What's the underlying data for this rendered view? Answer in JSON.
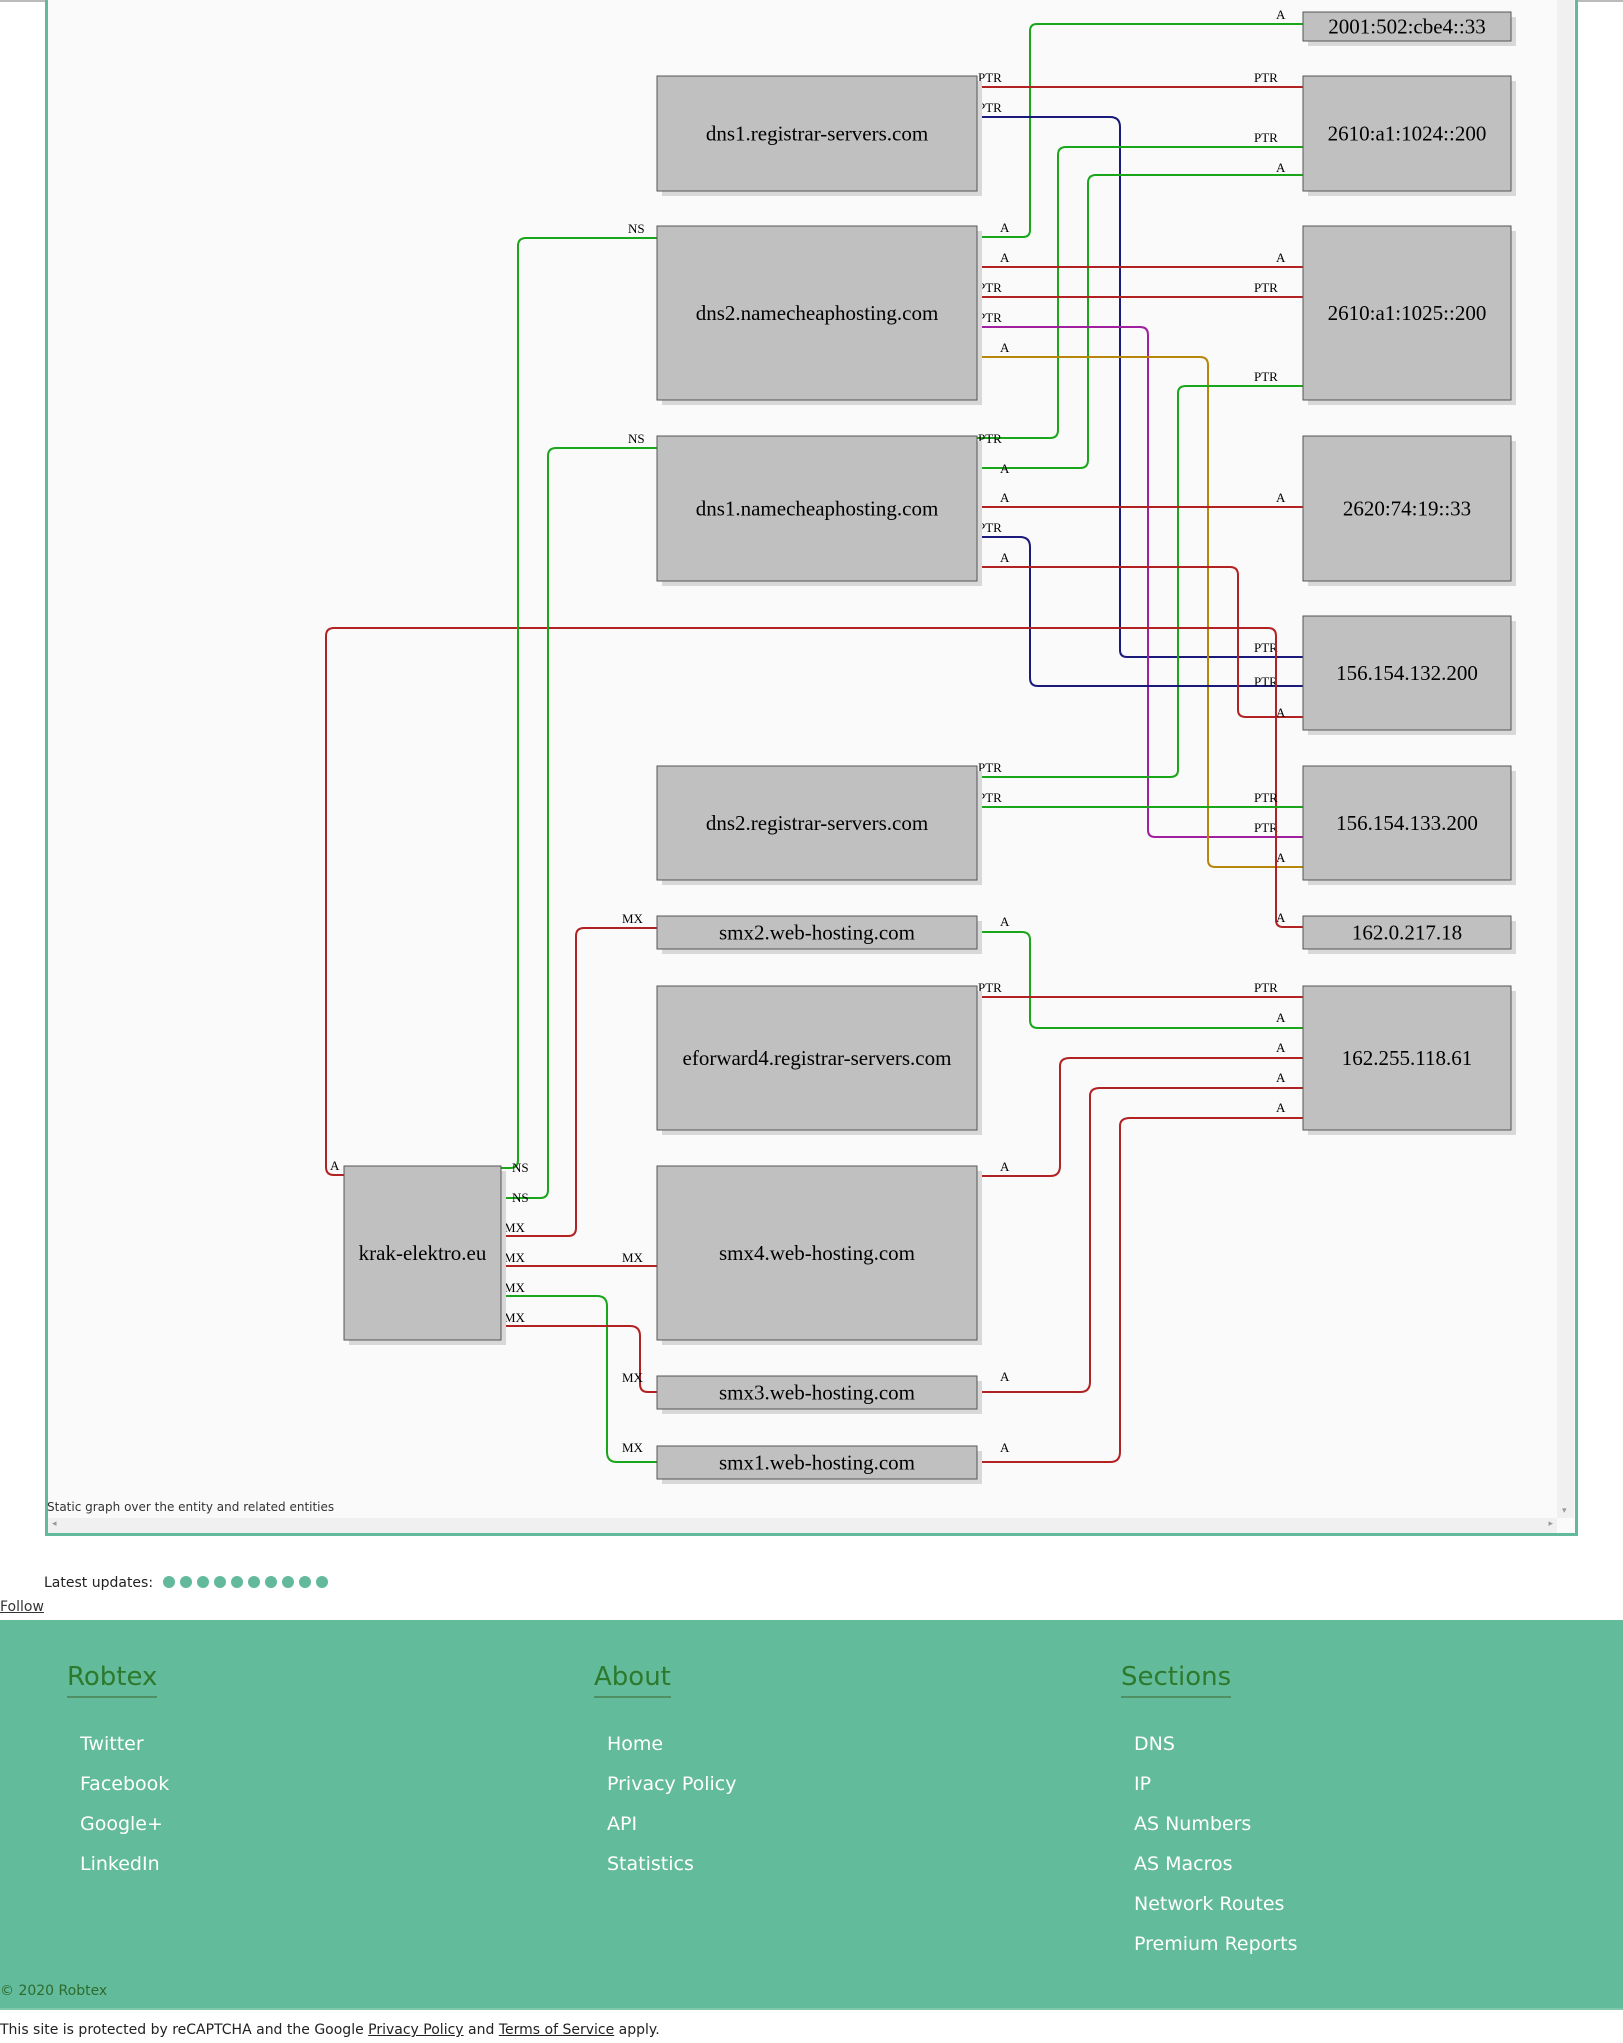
{
  "graph": {
    "caption": "Static graph over the entity and related entities",
    "nodes": [
      {
        "id": "ip_2001",
        "label": "2001:502:cbe4::33"
      },
      {
        "id": "dns1_reg",
        "label": "dns1.registrar-servers.com"
      },
      {
        "id": "ip_2610_1024",
        "label": "2610:a1:1024::200"
      },
      {
        "id": "dns2_nch",
        "label": "dns2.namecheaphosting.com"
      },
      {
        "id": "ip_2610_1025",
        "label": "2610:a1:1025::200"
      },
      {
        "id": "dns1_nch",
        "label": "dns1.namecheaphosting.com"
      },
      {
        "id": "ip_2620",
        "label": "2620:74:19::33"
      },
      {
        "id": "ip_156_132",
        "label": "156.154.132.200"
      },
      {
        "id": "dns2_reg",
        "label": "dns2.registrar-servers.com"
      },
      {
        "id": "ip_156_133",
        "label": "156.154.133.200"
      },
      {
        "id": "smx2",
        "label": "smx2.web-hosting.com"
      },
      {
        "id": "ip_162_0",
        "label": "162.0.217.18"
      },
      {
        "id": "eforward4",
        "label": "eforward4.registrar-servers.com"
      },
      {
        "id": "ip_162_255",
        "label": "162.255.118.61"
      },
      {
        "id": "krak",
        "label": "krak-elektro.eu"
      },
      {
        "id": "smx4",
        "label": "smx4.web-hosting.com"
      },
      {
        "id": "smx3",
        "label": "smx3.web-hosting.com"
      },
      {
        "id": "smx1",
        "label": "smx1.web-hosting.com"
      }
    ],
    "edge_labels": [
      "A",
      "PTR",
      "NS",
      "MX"
    ],
    "edge_colors": {
      "red": "#b22222",
      "green": "#1aa61a",
      "navy": "#1a1a7a",
      "purple": "#a0209f",
      "olive": "#b8860b"
    }
  },
  "updates": {
    "label": "Latest updates:",
    "dot_count": 10
  },
  "follow_label": "Follow",
  "footer": {
    "columns": [
      {
        "title": "Robtex",
        "items": [
          "Twitter",
          "Facebook",
          "Google+",
          "LinkedIn"
        ]
      },
      {
        "title": "About",
        "items": [
          "Home",
          "Privacy Policy",
          "API",
          "Statistics"
        ]
      },
      {
        "title": "Sections",
        "items": [
          "DNS",
          "IP",
          "AS Numbers",
          "AS Macros",
          "Network Routes",
          "Premium Reports"
        ]
      }
    ],
    "copyright": "© 2020 Robtex"
  },
  "recaptcha": {
    "prefix": "This site is protected by reCAPTCHA and the Google",
    "privacy_link": "Privacy Policy",
    "and": "and",
    "terms_link": "Terms of Service",
    "suffix": "apply."
  }
}
